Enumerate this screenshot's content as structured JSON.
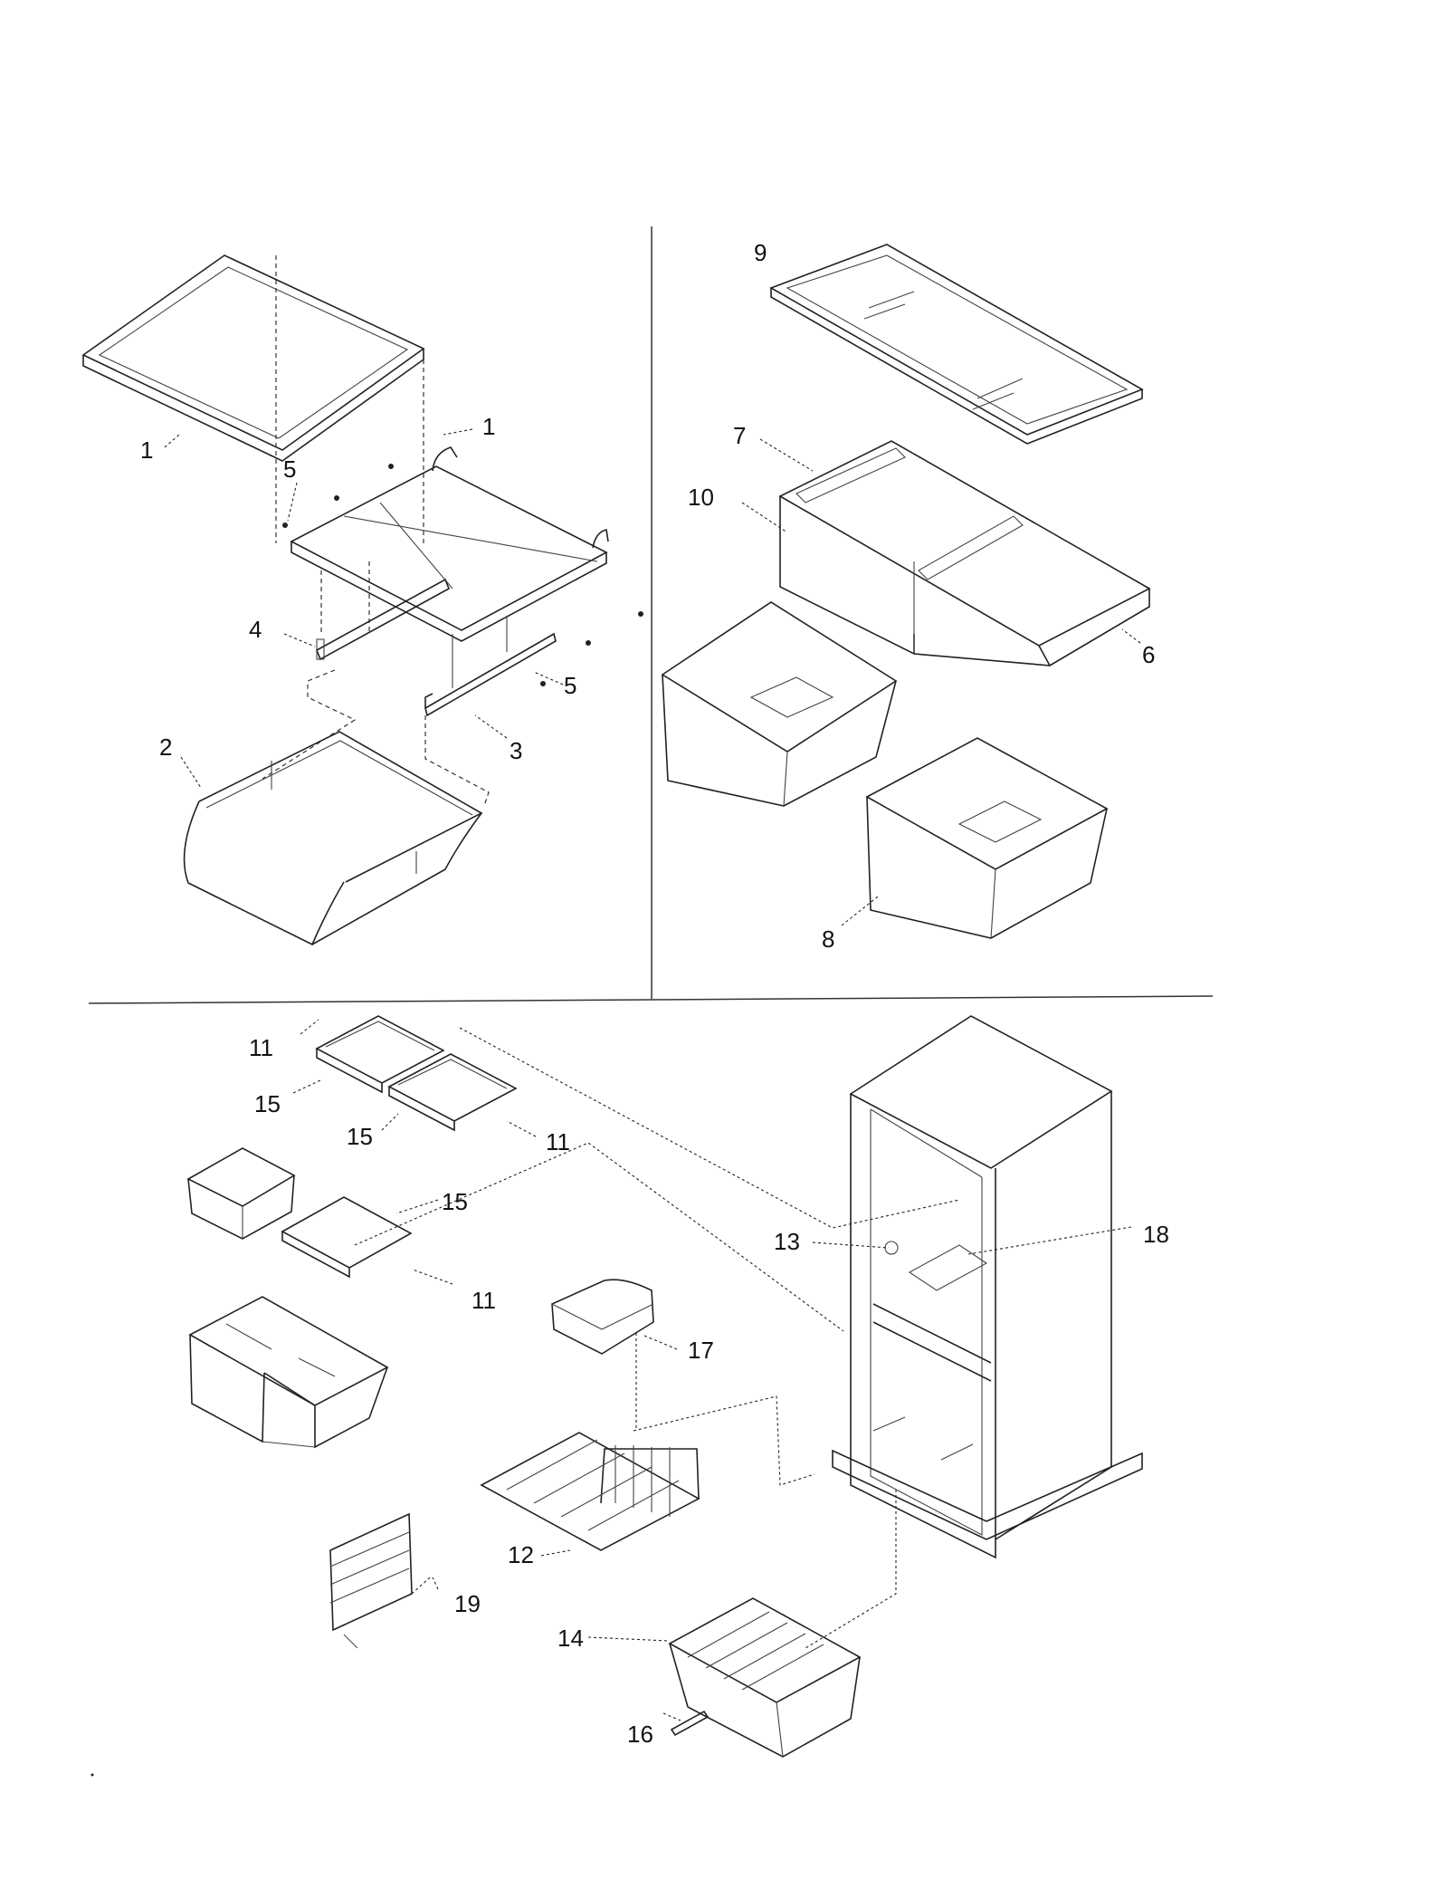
{
  "callouts": [
    {
      "id": "c1a",
      "text": "1"
    },
    {
      "id": "c1b",
      "text": "1"
    },
    {
      "id": "c5a",
      "text": "5"
    },
    {
      "id": "c4",
      "text": "4"
    },
    {
      "id": "c5b",
      "text": "5"
    },
    {
      "id": "c3",
      "text": "3"
    },
    {
      "id": "c2",
      "text": "2"
    },
    {
      "id": "c9",
      "text": "9"
    },
    {
      "id": "c7",
      "text": "7"
    },
    {
      "id": "c10",
      "text": "10"
    },
    {
      "id": "c6",
      "text": "6"
    },
    {
      "id": "c8",
      "text": "8"
    },
    {
      "id": "c11a",
      "text": "11"
    },
    {
      "id": "c15a",
      "text": "15"
    },
    {
      "id": "c15b",
      "text": "15"
    },
    {
      "id": "c11b",
      "text": "11"
    },
    {
      "id": "c15c",
      "text": "15"
    },
    {
      "id": "c11c",
      "text": "11"
    },
    {
      "id": "c13",
      "text": "13"
    },
    {
      "id": "c18",
      "text": "18"
    },
    {
      "id": "c17",
      "text": "17"
    },
    {
      "id": "c12",
      "text": "12"
    },
    {
      "id": "c19",
      "text": "19"
    },
    {
      "id": "c14",
      "text": "14"
    },
    {
      "id": "c16",
      "text": "16"
    }
  ]
}
